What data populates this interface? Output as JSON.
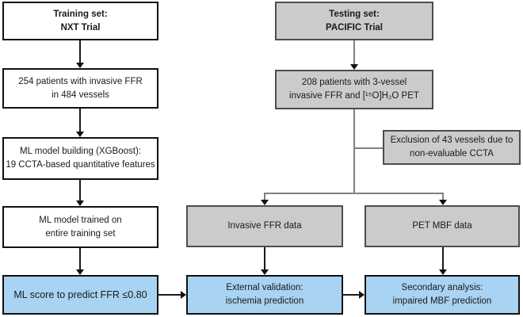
{
  "colors": {
    "gray_fill": "#cbcbcb",
    "gray_border": "#4d4d4d",
    "blue_fill": "#a9d3f2",
    "black_border": "#111111",
    "gray_connector": "#808080",
    "black_connector": "#1a1a1a"
  },
  "training": {
    "header": {
      "line1": "Training set:",
      "line2": "NXT Trial"
    },
    "patients": {
      "line1": "254 patients with invasive FFR",
      "line2": "in 484 vessels"
    },
    "model_building": {
      "line1": "ML model building (XGBoost):",
      "line2": "19 CCTA-based quantitative features"
    },
    "model_trained": {
      "line1": "ML model trained on",
      "line2": "entire training set"
    },
    "ml_score": {
      "line1": "ML score to predict FFR ≤0.80"
    }
  },
  "testing": {
    "header": {
      "line1": "Testing set:",
      "line2": "PACIFIC Trial"
    },
    "patients": {
      "line1": "208 patients with 3-vessel",
      "line2": "invasive FFR and [¹⁵O]H₂O PET"
    },
    "exclusion": {
      "line1": "Exclusion of 43 vessels due to",
      "line2": "non-evaluable CCTA"
    },
    "ffr_data": {
      "line1": "Invasive FFR data"
    },
    "pet_data": {
      "line1": "PET MBF data"
    },
    "external_validation": {
      "line1": "External validation:",
      "line2": "ischemia prediction"
    },
    "secondary_analysis": {
      "line1": "Secondary analysis:",
      "line2": "impaired MBF prediction"
    }
  }
}
